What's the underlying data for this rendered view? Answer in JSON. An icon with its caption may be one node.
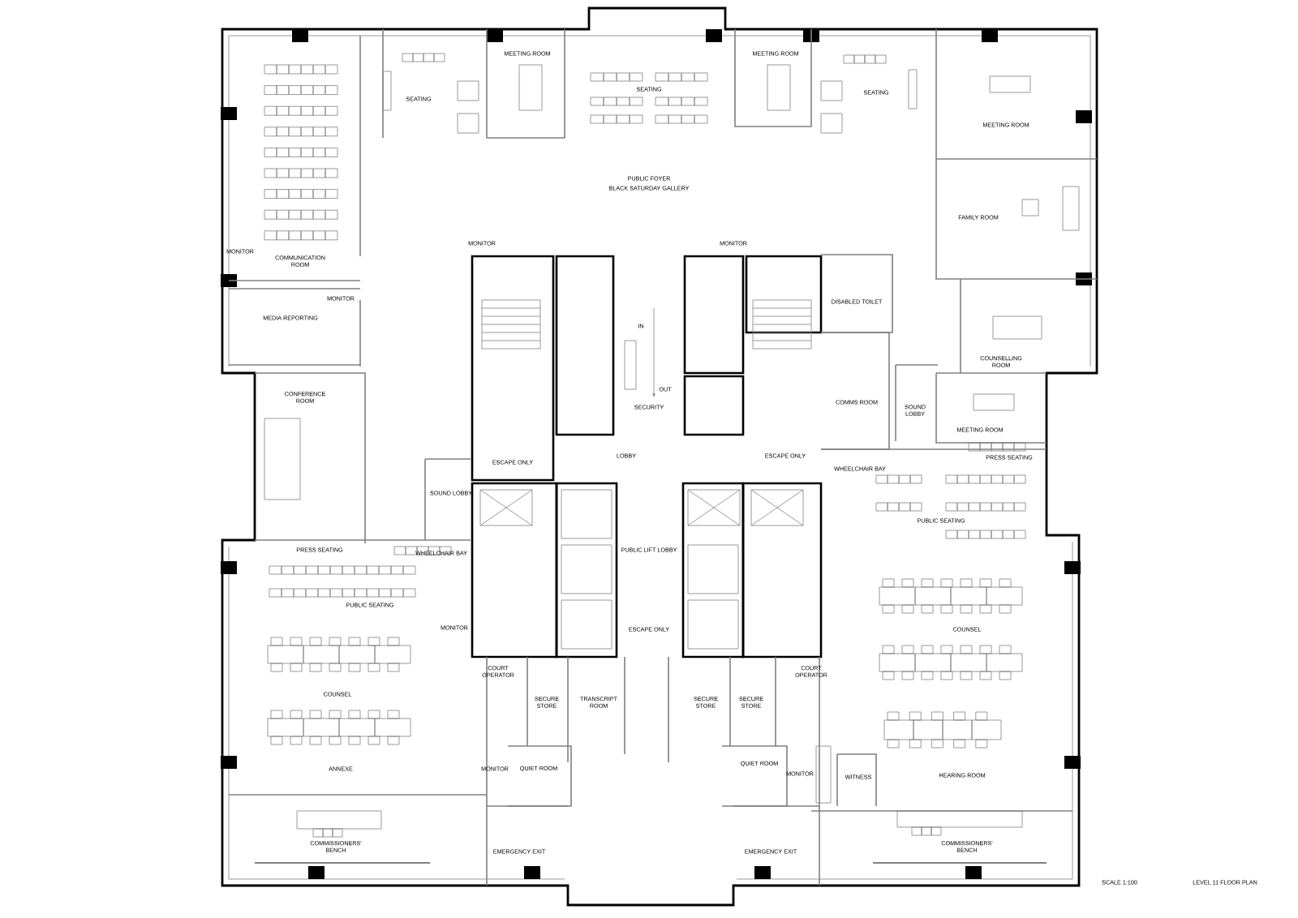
{
  "diagram": {
    "title": "LEVEL 11 FLOOR PLAN",
    "labels": [
      "MEETING ROOM",
      "MEETING ROOM",
      "SEATING",
      "SEATING",
      "SEATING",
      "MEETING ROOM",
      "PUBLIC FOYER",
      "BLACK SATURDAY GALLERY",
      "FAMILY ROOM",
      "MONITOR",
      "MONITOR",
      "MONITOR",
      "COMMUNICATION ROOM",
      "MONITOR",
      "DISABLED TOILET",
      "MEDIA REPORTING",
      "IN",
      "COUNSELLING ROOM",
      "OUT",
      "CONFERENCE ROOM",
      "COMMS ROOM",
      "SECURITY",
      "SOUND LOBBY",
      "MEETING ROOM",
      "LOBBY",
      "ESCAPE ONLY",
      "PRESS SEATING",
      "ESCAPE ONLY",
      "WHEELCHAIR BAY",
      "SOUND LOBBY",
      "PUBLIC SEATING",
      "PRESS SEATING",
      "PUBLIC LIFT LOBBY",
      "WHEELCHAIR BAY",
      "PUBLIC SEATING",
      "MONITOR",
      "ESCAPE ONLY",
      "COUNSEL",
      "COURT OPERATOR",
      "COURT OPERATOR",
      "COUNSEL",
      "SECURE STORE",
      "TRANSCRIPT ROOM",
      "SECURE STORE",
      "SECURE STORE",
      "QUIET ROOM",
      "ANNEXE",
      "MONITOR",
      "QUIET ROOM",
      "MONITOR",
      "WITNESS",
      "HEARING ROOM",
      "EMERGENCY EXIT",
      "EMERGENCY EXIT",
      "COMMISSIONERS' BENCH",
      "COMMISSIONERS' BENCH",
      "SCALE 1:100"
    ]
  }
}
